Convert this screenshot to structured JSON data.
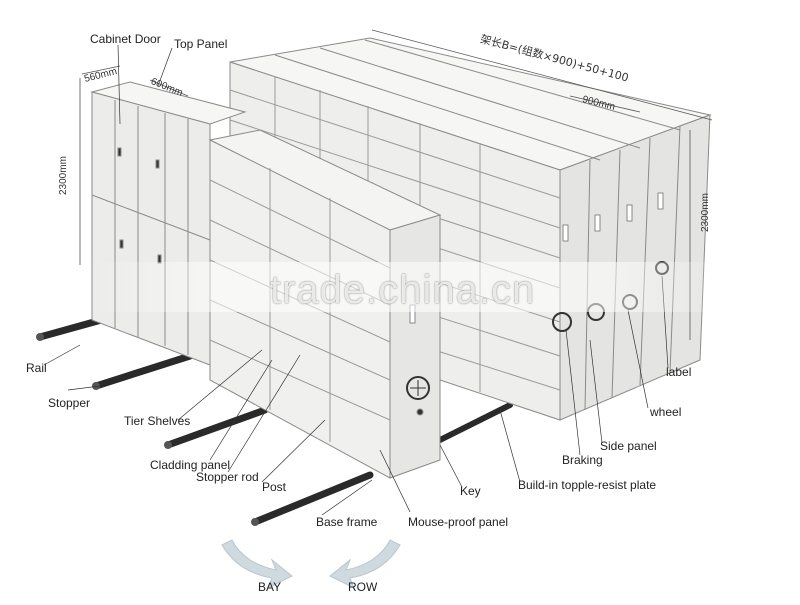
{
  "labels": {
    "cabinet_door": "Cabinet Door",
    "top_panel": "Top Panel",
    "rail": "Rail",
    "stopper": "Stopper",
    "tier_shelves": "Tier Shelves",
    "cladding_panel": "Cladding panel",
    "stopper_rod": "Stopper rod",
    "post": "Post",
    "base_frame": "Base frame",
    "mouse_proof_panel": "Mouse-proof panel",
    "key": "Key",
    "built_in_plate": "Build-in topple-resist plate",
    "braking": "Braking",
    "side_panel": "Side panel",
    "wheel": "wheel",
    "label": "label",
    "bay": "BAY",
    "row": "ROW"
  },
  "dimensions": {
    "depth_left": "560mm",
    "depth_top": "600mm",
    "height_left": "2300mm",
    "height_right": "2300mm",
    "width_formula": "架长B=(组数×900)+50+100",
    "bay_width": "900mm"
  },
  "watermark": "trade.china.cn",
  "colors": {
    "cabinet_face": "#f0f0ee",
    "cabinet_edge": "#8a8a8a",
    "rail": "#2a2a2a",
    "arrow": "#cfd9e0",
    "text": "#222222"
  }
}
